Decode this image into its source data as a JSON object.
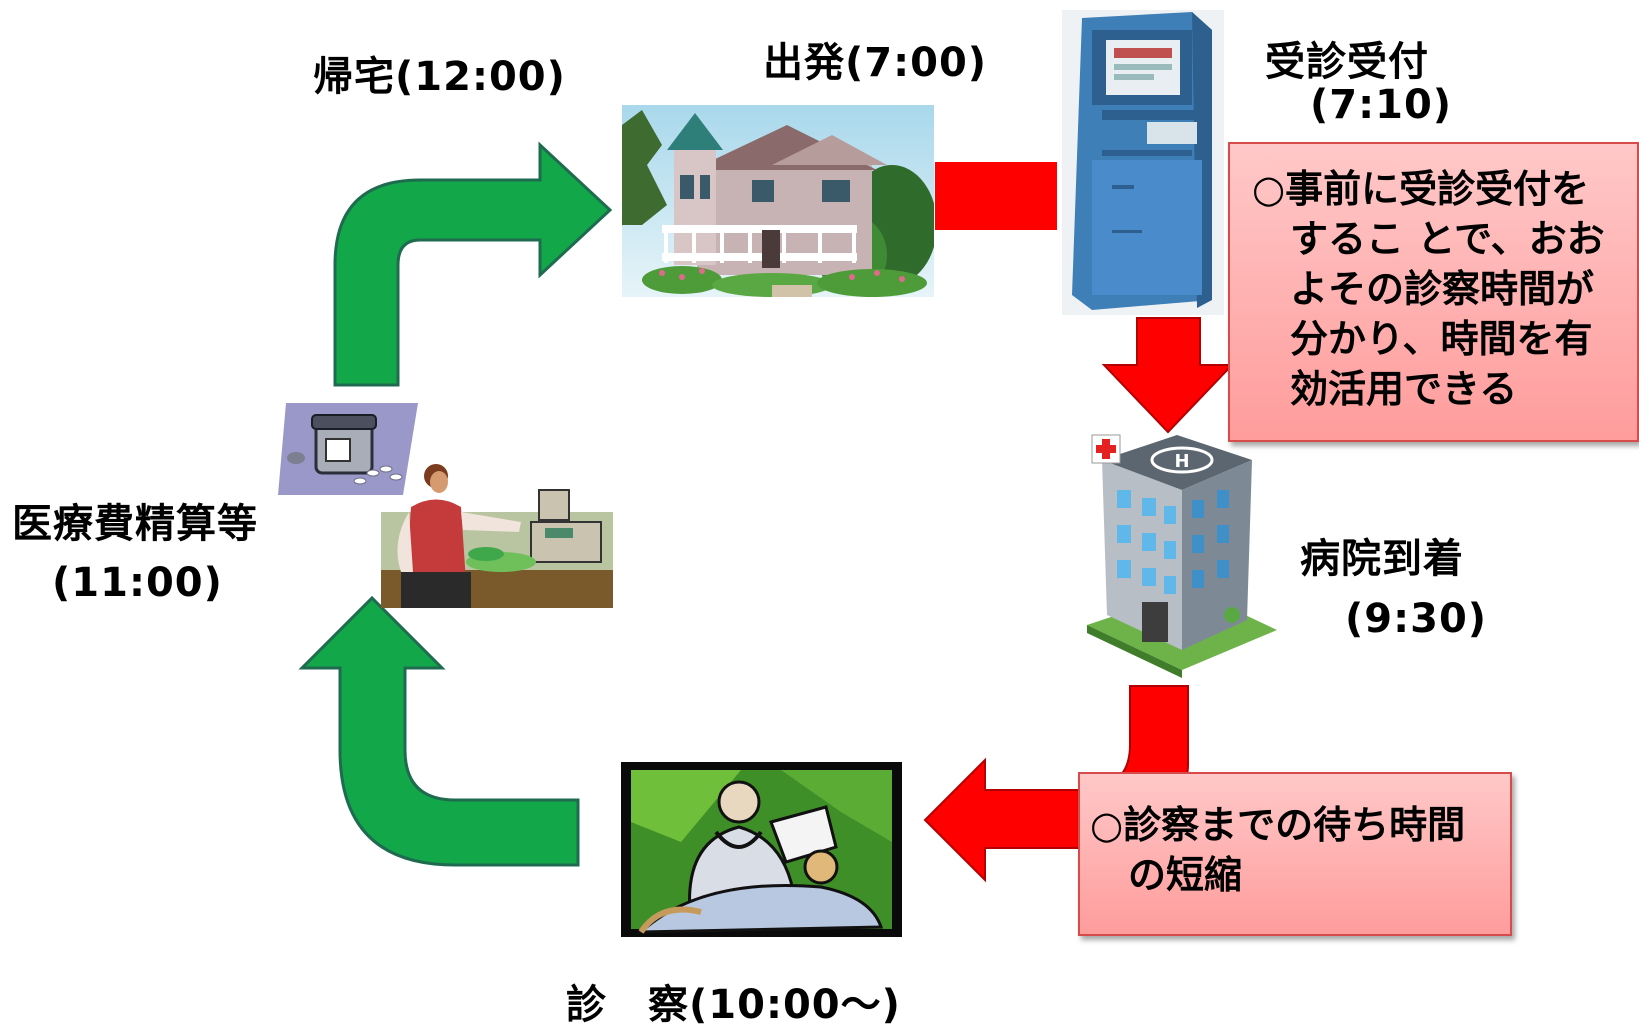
{
  "labels": {
    "departure": "出発(7:00)",
    "home_return": "帰宅(12:00)",
    "reception_title": "受診受付",
    "reception_time": "(7:10)",
    "arrival_title": "病院到着",
    "arrival_time": "(9:30)",
    "billing_title": "医療費精算等",
    "billing_time": "(11:00)",
    "exam": "診　察(10:00～)"
  },
  "callouts": {
    "reception": {
      "lines": [
        "○事前に受診受付を",
        "　するこ とで、おお",
        "　よその診察時間が",
        "　分かり、時間を有",
        "　効活用できる"
      ]
    },
    "waiting": {
      "lines": [
        "○診察までの待ち時間",
        "　の短縮"
      ]
    }
  },
  "colors": {
    "green_arrow": "#12a84a",
    "green_outline": "#1f6b4f",
    "red_arrow": "#ff0000",
    "callout_fill": "#ff9c9c",
    "callout_border": "#d84b4b"
  },
  "icons": [
    "house-icon",
    "kiosk-icon",
    "hospital-icon",
    "doctor-patient-icon",
    "medicine-icon",
    "cashier-icon"
  ]
}
